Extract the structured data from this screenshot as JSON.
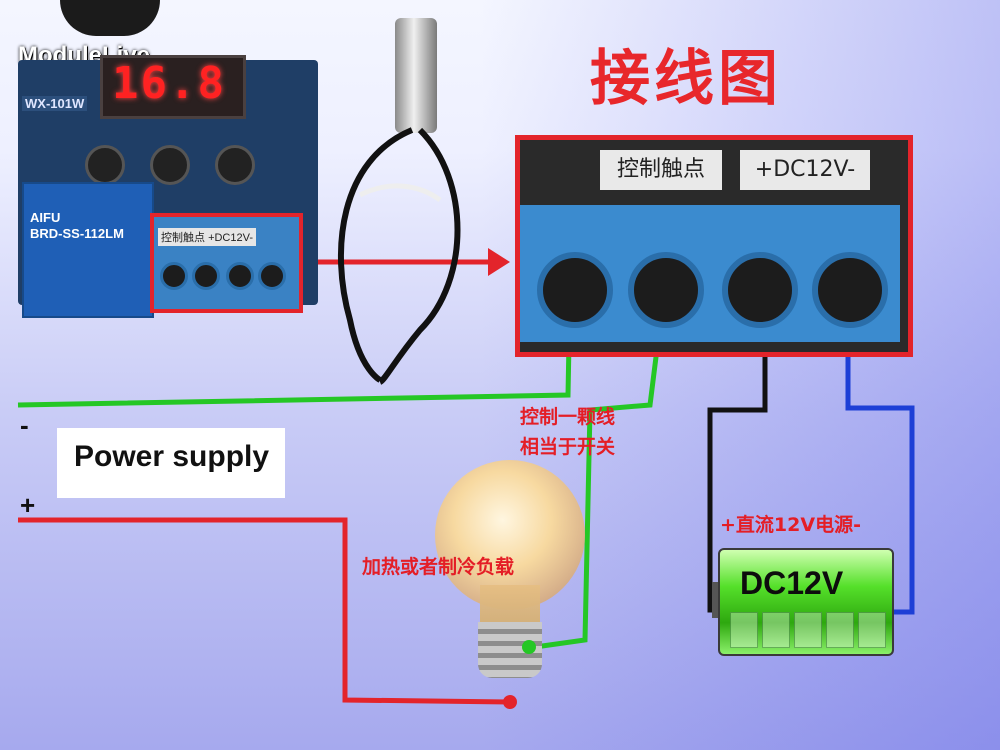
{
  "logo": {
    "text": "ModuleLive",
    "icon": "wifi-hand-icon"
  },
  "title": "接线图",
  "board": {
    "model": "WX-101W",
    "display": "16.8",
    "relay_lines": [
      "AIFU",
      "BRD-SS-112LM"
    ],
    "terminal_labels": [
      "控制触点",
      "+DC12V-"
    ]
  },
  "terminal": {
    "label_contact": "控制触点",
    "label_power": "+DC12V-"
  },
  "power_supply": {
    "label": "Power supply",
    "minus": "-",
    "plus": "+"
  },
  "control_line": {
    "line1": "控制一颗线",
    "line2": "相当于开关"
  },
  "load_label": "加热或者制冷负载",
  "dc_label": "+直流12V电源-",
  "battery": {
    "text": "DC12V"
  },
  "colors": {
    "red_wire": "#e3242b",
    "green_wire": "#25c725",
    "black_wire": "#111111",
    "blue_wire": "#1d3fd6",
    "title_red": "#e8272b",
    "terminal_blue": "#3b8bcf"
  }
}
